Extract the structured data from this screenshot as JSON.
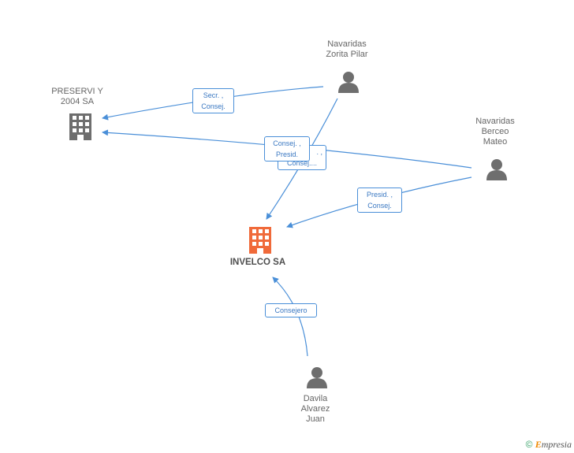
{
  "nodes": {
    "preservi": {
      "line1": "PRESERVI Y",
      "line2": "2004 SA"
    },
    "invelco": {
      "label": "INVELCO SA"
    },
    "zorita": {
      "line1": "Navaridas",
      "line2": "Zorita Pilar"
    },
    "berceo": {
      "line1": "Navaridas",
      "line2": "Berceo",
      "line3": "Mateo"
    },
    "davila": {
      "line1": "Davila",
      "line2": "Alvarez",
      "line3": "Juan"
    }
  },
  "edges": {
    "zorita_preservi": {
      "line1": "Secr. ,",
      "line2": "Consej."
    },
    "berceo_preservi": {
      "line1": "Consej. ,",
      "line2": "Presid."
    },
    "zorita_invelco_hidden": {
      "line1": ". ,",
      "line2": "Consej...."
    },
    "berceo_invelco": {
      "line1": "Presid. ,",
      "line2": "Consej."
    },
    "davila_invelco": {
      "label": "Consejero"
    }
  },
  "footer": {
    "copyright": "©",
    "brand_initial": "E",
    "brand_rest": "mpresia"
  },
  "colors": {
    "edge": "#4a8fd8",
    "company": "#6e6e6e",
    "highlight": "#f06a3a",
    "person": "#6e6e6e"
  }
}
